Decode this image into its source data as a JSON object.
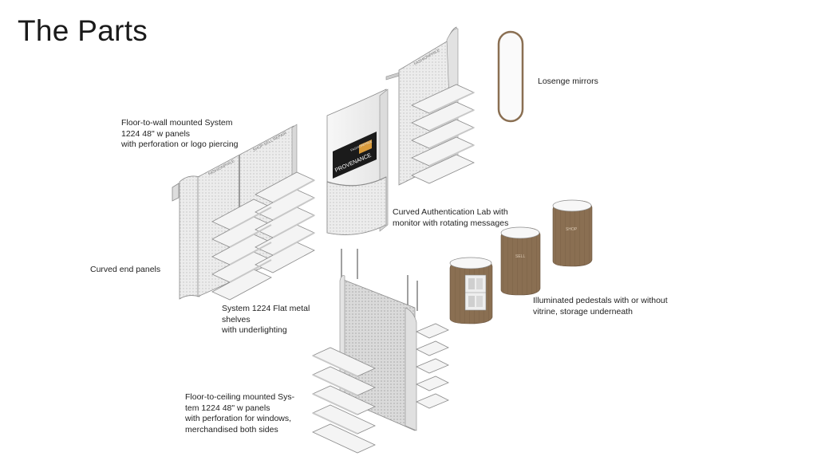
{
  "page": {
    "title": "The Parts"
  },
  "labels": {
    "wall_system": "Floor-to-wall mounted System\n1224 48\" w panels\nwith perforation or logo piercing",
    "end_panels": "Curved end panels",
    "flat_shelves": "System 1224 Flat metal\nshelves\nwith underlighting",
    "ceiling_system": "Floor-to-ceiling mounted Sys-\ntem 1224 48\" w panels\nwith perforation for windows,\nmerchandised both sides",
    "auth_lab": "Curved Authentication Lab with\nmonitor with rotating messages",
    "mirrors": "Losenge mirrors",
    "pedestals": "Illuminated pedestals with or without\nvitrine, storage underneath"
  },
  "panel_text": {
    "brand": "FASHIONPHILE",
    "tagline": "SHOP  SELL  REPAIR",
    "monitor": "PROVENANCE",
    "monitor_small": "FASHIONPHILE",
    "pedestal_a": "SELL",
    "pedestal_b": "SHOP"
  },
  "colors": {
    "wood": "#8a6f52",
    "panel": "#e9e9e9",
    "shelf": "#f4f4f4",
    "line": "#8c8c8c"
  }
}
